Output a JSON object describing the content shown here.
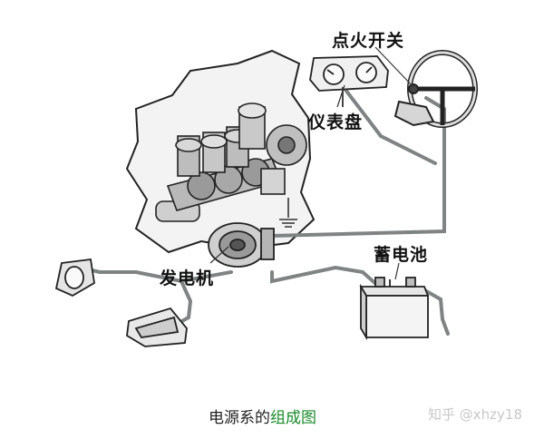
{
  "labels": {
    "ignition_switch": "点火开关",
    "instrument_panel": "仪表盘",
    "generator": "发电机",
    "battery": "蓄电池"
  },
  "caption": {
    "part1": "电源系的",
    "part2": "组成图"
  },
  "watermark": "知乎 @xhzy18",
  "colors": {
    "wire": "#7f8384",
    "outline": "#333333",
    "fill_grey": "#c9c9c9",
    "caption_highlight": "#1a8a2a"
  }
}
